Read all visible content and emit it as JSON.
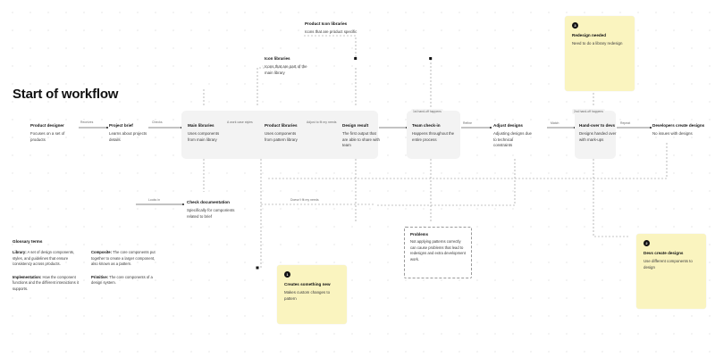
{
  "title": "Start of workflow",
  "colors": {
    "sticky": "#faf4bf",
    "panel": "#f3f3f3",
    "canvas": "#ffffff",
    "dot_grid": "#d8d8d8",
    "text": "#1a1a1a",
    "muted": "#6a6a6a"
  },
  "annotations": [
    {
      "name": "product-icon-libraries",
      "title": "Product Icon libraries",
      "body": "Icons that are product specific"
    },
    {
      "name": "icon-libraries",
      "title": "Icon libraries",
      "body": "Icons that are part of the main library"
    }
  ],
  "nodes": [
    {
      "name": "product-designer",
      "title": "Product designer",
      "body": "Focuses on a set of products"
    },
    {
      "name": "project-brief",
      "title": "Project brief",
      "body": "Learns about projects details"
    },
    {
      "name": "main-libraries",
      "title": "Main libraries",
      "body": "Uses components from main library"
    },
    {
      "name": "product-libraries",
      "title": "Product libraries",
      "body": "Uses components from pattern library"
    },
    {
      "name": "design-result",
      "title": "Design result",
      "body": "The first output that are able to share with team"
    },
    {
      "name": "team-check-in",
      "title": "Team check-in",
      "body": "Happens throughout the entire process"
    },
    {
      "name": "adjust-designs",
      "title": "Adjust designs",
      "body": "Adjusting designs due to technical constraints"
    },
    {
      "name": "hand-over-to-devs",
      "title": "Hand-over to devs",
      "body": "Designs handed over with mark-ups"
    },
    {
      "name": "developers-create-designs",
      "title": "Developers create designs",
      "body": "No issues with designs"
    },
    {
      "name": "check-documentation",
      "title": "Check documentation",
      "body": "Specifically for components related to brief"
    }
  ],
  "edge_labels": [
    {
      "name": "edge-receives",
      "text": "Receives"
    },
    {
      "name": "edge-checks",
      "text": "Checks"
    },
    {
      "name": "edge-a-work-case-styles",
      "text": "A work case styles"
    },
    {
      "name": "edge-adjust-to-fit-my-needs",
      "text": "Adjust to fit my needs"
    },
    {
      "name": "edge-refine",
      "text": "Refine"
    },
    {
      "name": "edge-match",
      "text": "Match"
    },
    {
      "name": "edge-repeat",
      "text": "Repeat"
    },
    {
      "name": "edge-looks-in",
      "text": "Looks in"
    },
    {
      "name": "edge-doesnt-fit-my-needs",
      "text": "Doesn't fit my needs"
    }
  ],
  "handoff_labels": [
    {
      "name": "first-handoff-label",
      "text": "1st hand-off happens"
    },
    {
      "name": "second-handoff-label",
      "text": "2nd hand-off happens"
    }
  ],
  "stickies": [
    {
      "name": "sticky-redesign-needed",
      "badge": "3",
      "title": "Redesign needed",
      "body": "Need to do a library redesign"
    },
    {
      "name": "sticky-devs-create-designs",
      "badge": "2",
      "title": "Devs create designs",
      "body": "Use different components to design"
    },
    {
      "name": "sticky-creates-something-new",
      "badge": "1",
      "title": "Creates something new",
      "body": "Makes custom changes to pattern"
    }
  ],
  "problems": {
    "name": "problems-box",
    "title": "Problems",
    "body": "Not applying patterns correctly can cause problems that lead to redesigns and extra development work."
  },
  "glossary": {
    "heading": "Glossary terms",
    "items": [
      {
        "term": "Library:",
        "definition": " A set of design components, styles, and guidelines that ensure consistency across products."
      },
      {
        "term": "Composite:",
        "definition": " The core components put together to create a larger component, also known as a pattern."
      },
      {
        "term": "Implementation:",
        "definition": " How the component functions and the different interactions it supports."
      },
      {
        "term": "Primitive:",
        "definition": " The core components of a design system."
      }
    ]
  }
}
